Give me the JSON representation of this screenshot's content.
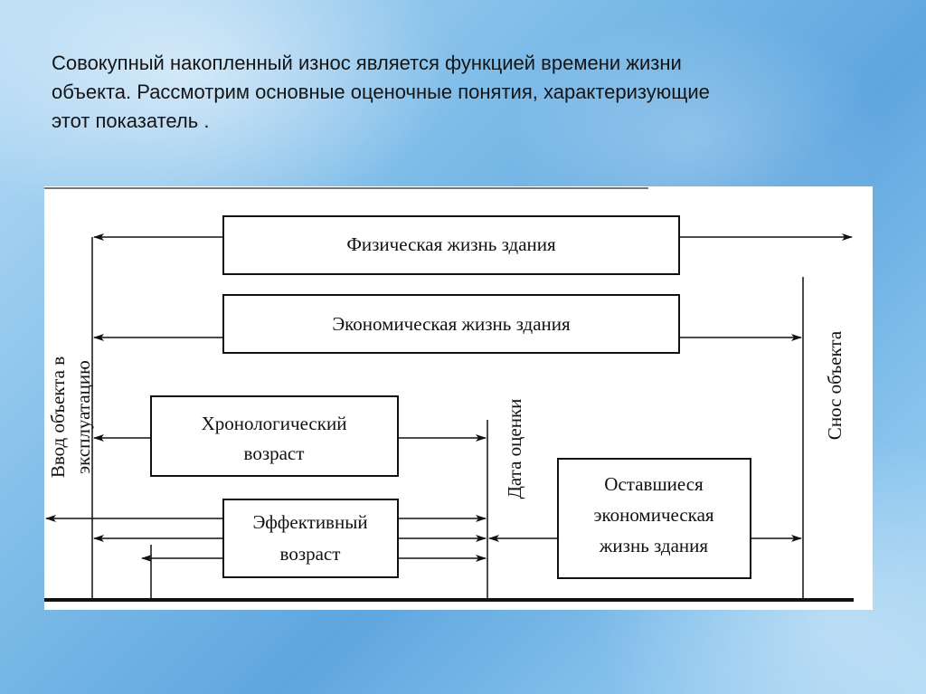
{
  "slide": {
    "intro_lines": [
      "Совокупный накопленный износ является функцией времени жизни",
      "объекта. Рассмотрим основные оценочные понятия, характеризующие",
      "этот показатель ."
    ]
  },
  "diagram": {
    "boxes": {
      "physical_life": "Физическая жизнь здания",
      "economic_life": "Экономическая жизнь здания",
      "chronological_age_1": "Хронологический",
      "chronological_age_2": "возраст",
      "effective_age_1": "Эффективный",
      "effective_age_2": "возраст",
      "remaining_life_1": "Оставшиеся",
      "remaining_life_2": "экономическая",
      "remaining_life_3": "жизнь здания"
    },
    "vertical_labels": {
      "commissioning_1": "Ввод объекта в",
      "commissioning_2": "эксплуатацию",
      "valuation_date": "Дата оценки",
      "demolition": "Снос объекта"
    }
  }
}
